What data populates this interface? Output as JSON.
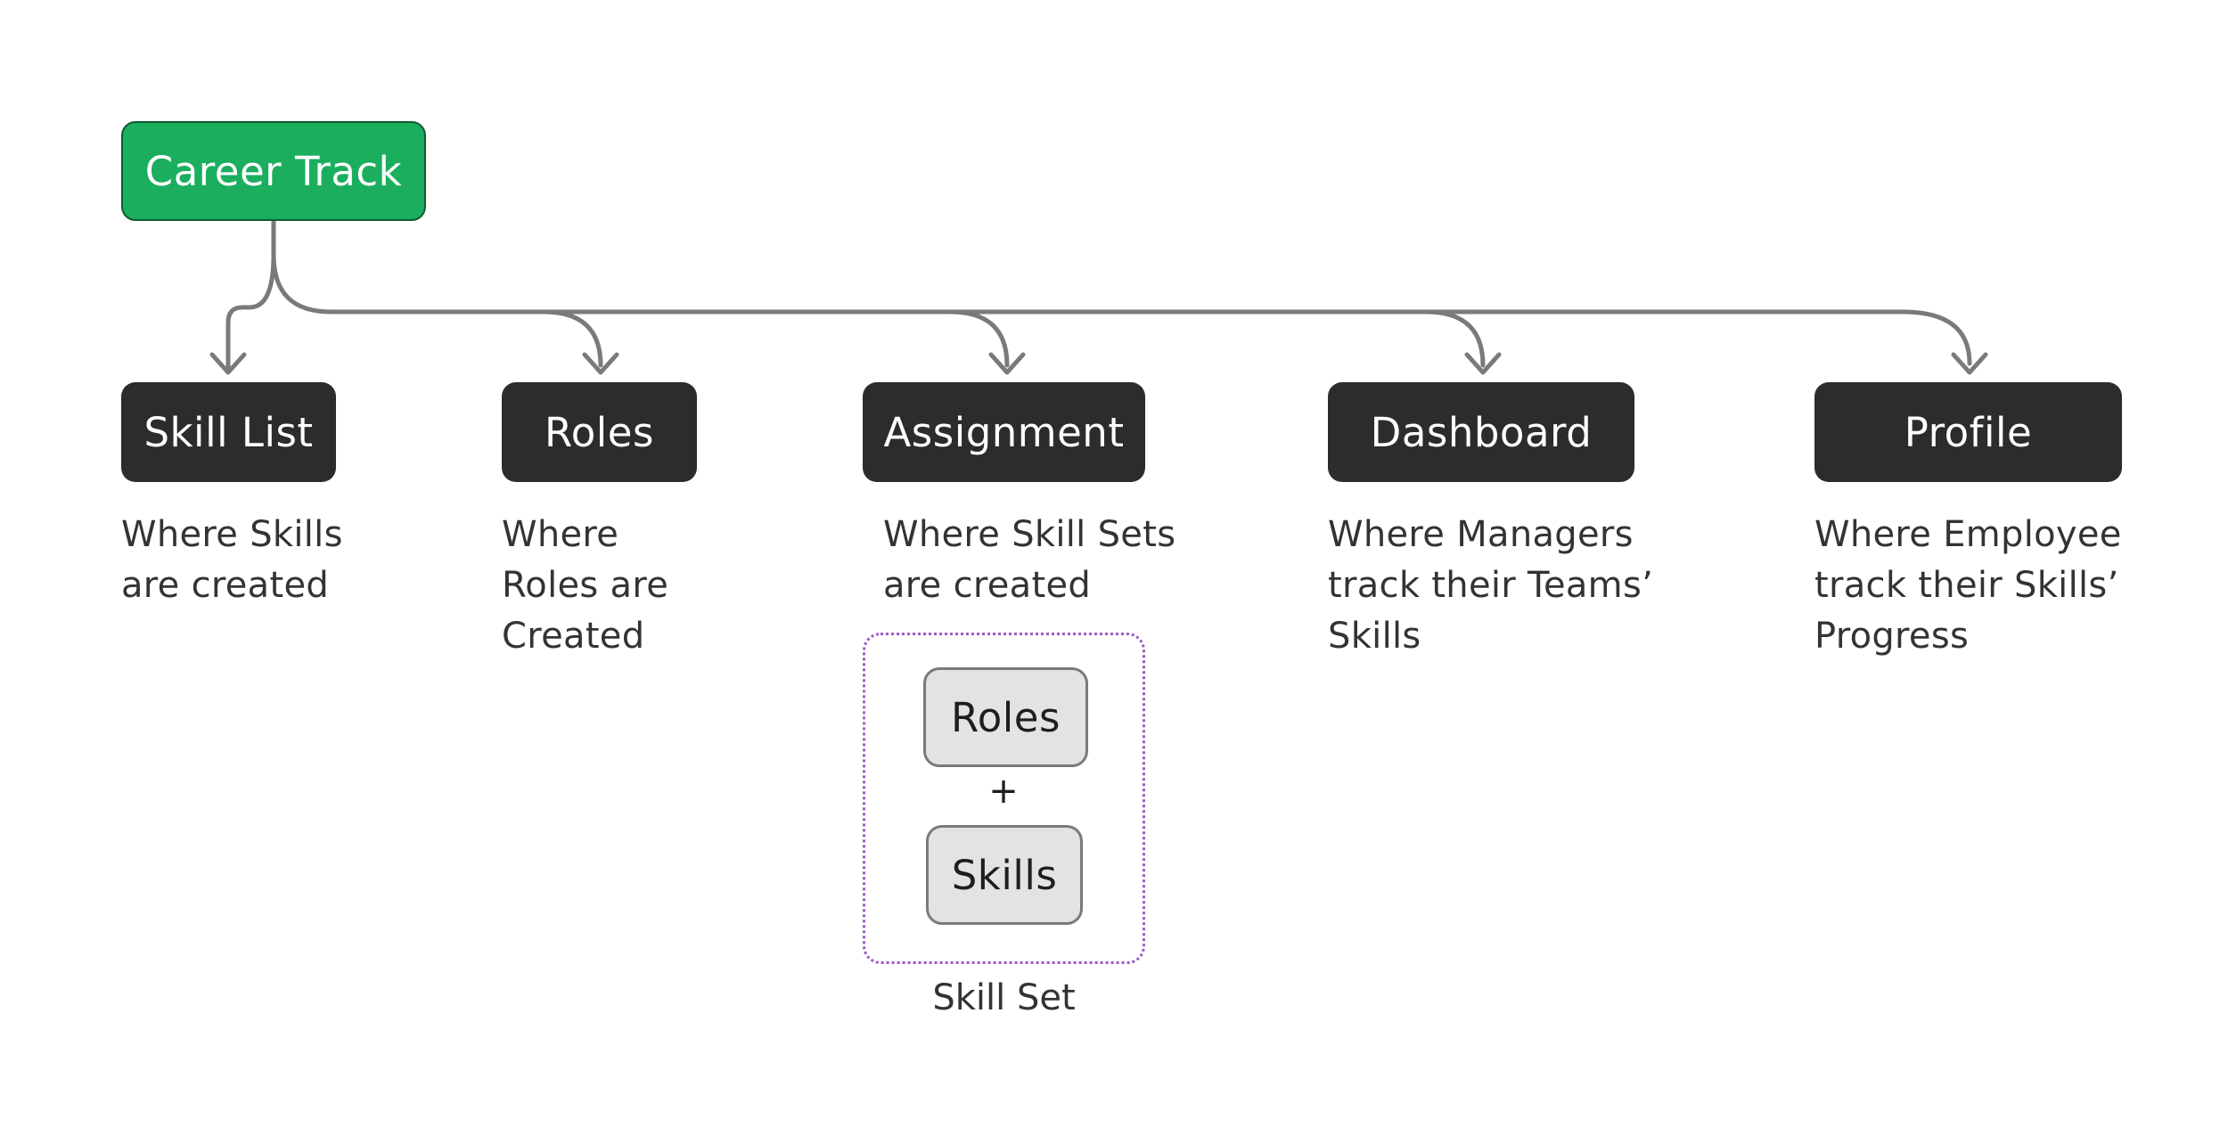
{
  "diagram": {
    "root": {
      "label": "Career Track",
      "color": "#1aae5e"
    },
    "modules": [
      {
        "id": "skill-list",
        "label": "Skill List",
        "description": "Where Skills\nare created"
      },
      {
        "id": "roles",
        "label": "Roles",
        "description": "Where\nRoles are\nCreated"
      },
      {
        "id": "assignment",
        "label": "Assignment",
        "description": "Where Skill Sets\nare created"
      },
      {
        "id": "dashboard",
        "label": "Dashboard",
        "description": "Where Managers\ntrack their Teams’\nSkills"
      },
      {
        "id": "profile",
        "label": "Profile",
        "description": "Where Employee\ntrack their Skills’\nProgress"
      }
    ],
    "skill_set": {
      "items": [
        "Roles",
        "Skills"
      ],
      "operator": "+",
      "label": "Skill Set",
      "border_color": "#9b5ac4"
    },
    "colors": {
      "module_fill": "#2c2c2c",
      "connector": "#7a7a7a",
      "item_fill": "#e3e3e3"
    }
  }
}
